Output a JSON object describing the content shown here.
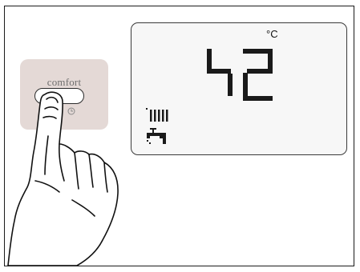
{
  "control_panel": {
    "button_label": "comfort"
  },
  "display": {
    "temperature_value": "42",
    "temperature_unit": "°C"
  },
  "icons": {
    "clock": "clock-icon",
    "radiator": "radiator-icon",
    "tap": "tap-icon",
    "pressing_hand": "pressing-hand"
  },
  "colors": {
    "panel_bg": "#e4d9d6",
    "screen_bg": "#f7f7f7",
    "segment": "#1a1a1a",
    "frame": "#1a1a1a"
  }
}
